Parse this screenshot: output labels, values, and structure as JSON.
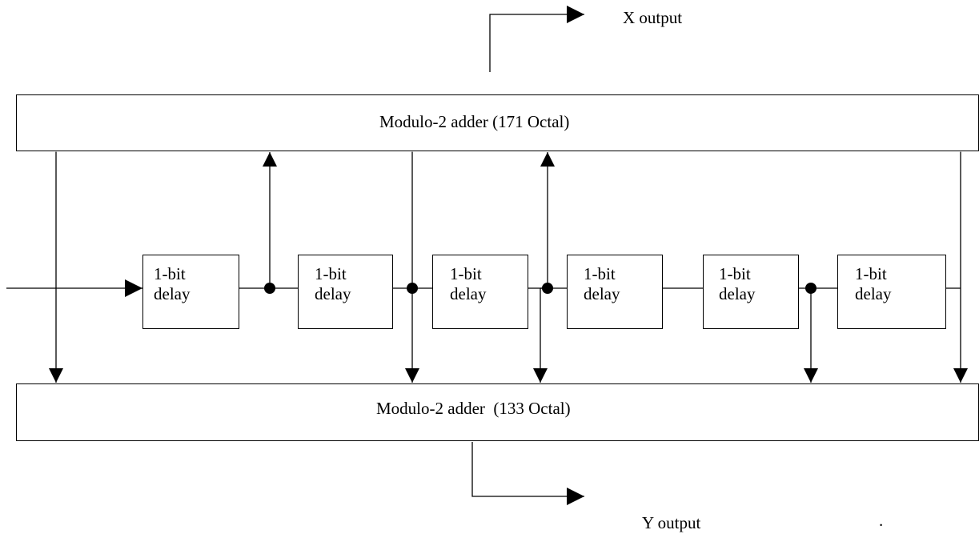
{
  "outputs": {
    "x_label": "X output",
    "y_label": "Y output",
    "trailing_mark": "."
  },
  "adders": {
    "top_label": "Modulo-2 adder (171 Octal)",
    "bottom_label": "Modulo-2 adder  (133 Octal)"
  },
  "delays": [
    {
      "line1": "1-bit",
      "line2": "delay"
    },
    {
      "line1": "1-bit",
      "line2": "delay"
    },
    {
      "line1": "1-bit",
      "line2": "delay"
    },
    {
      "line1": "1-bit",
      "line2": "delay"
    },
    {
      "line1": "1-bit",
      "line2": "delay"
    },
    {
      "line1": "1-bit",
      "line2": "delay"
    }
  ],
  "colors": {
    "stroke": "#000000",
    "background": "#ffffff"
  }
}
